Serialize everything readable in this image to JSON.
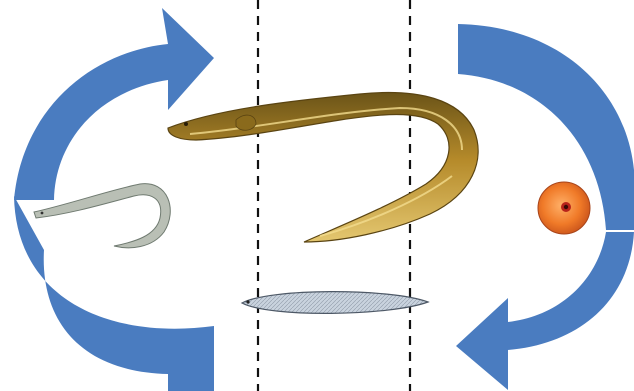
{
  "diagram": {
    "type": "eel-life-cycle",
    "colors": {
      "arrow": "#4a7cc0",
      "arrow_edge": "#3d6aa8",
      "divider": "#111111",
      "adult_eel_body": "#b58a2a",
      "adult_eel_belly": "#e4c770",
      "glass_eel": "#b9bfb5",
      "leptocephalus": "#b9c3cf",
      "egg_outer": "#f07a28",
      "egg_core": "#b8231a"
    },
    "stages": [
      {
        "id": "adult-eel",
        "icon": "adult-eel-icon"
      },
      {
        "id": "glass-eel",
        "icon": "glass-eel-icon"
      },
      {
        "id": "leptocephalus-larva",
        "icon": "leptocephalus-icon"
      },
      {
        "id": "egg",
        "icon": "egg-icon"
      }
    ],
    "arrows": [
      {
        "id": "upper-left",
        "direction": "clockwise"
      },
      {
        "id": "lower-left",
        "direction": "clockwise"
      },
      {
        "id": "upper-right",
        "direction": "clockwise"
      },
      {
        "id": "lower-right",
        "direction": "clockwise"
      }
    ],
    "dividers": 2
  }
}
